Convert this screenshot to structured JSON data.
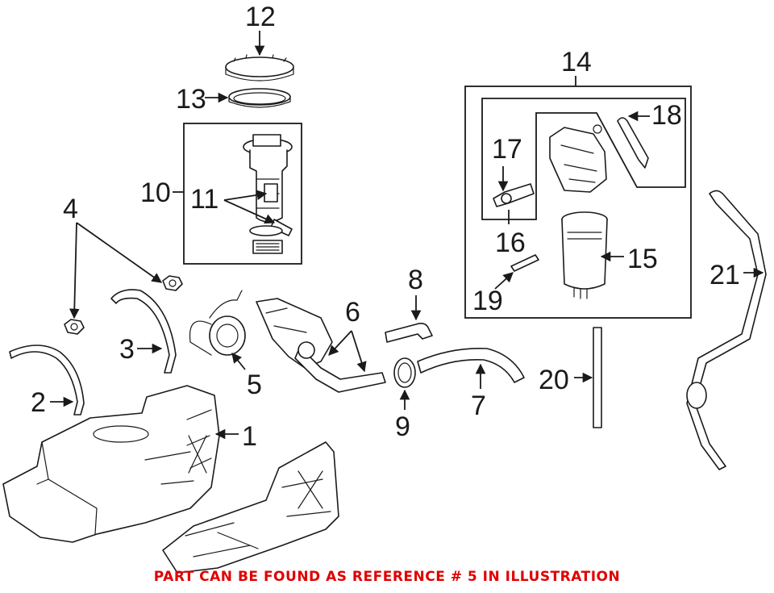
{
  "callouts": {
    "c1": "1",
    "c2": "2",
    "c3": "3",
    "c4": "4",
    "c5": "5",
    "c6": "6",
    "c7": "7",
    "c8": "8",
    "c9": "9",
    "c10": "10",
    "c11": "11",
    "c12": "12",
    "c13": "13",
    "c14": "14",
    "c15": "15",
    "c16": "16",
    "c17": "17",
    "c18": "18",
    "c19": "19",
    "c20": "20",
    "c21": "21"
  },
  "footer": {
    "text": "PART CAN BE FOUND AS REFERENCE # 5 IN ILLUSTRATION",
    "color": "#e00000"
  },
  "colors": {
    "line": "#1a1a1a",
    "background": "#ffffff"
  }
}
